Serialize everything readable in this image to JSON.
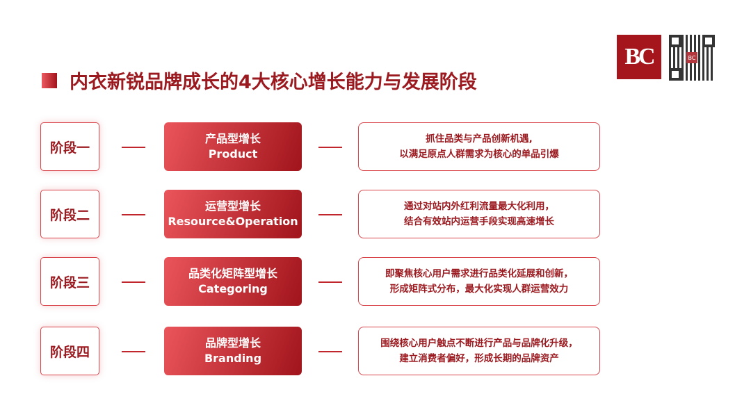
{
  "logo": {
    "text": "BC"
  },
  "title": "内衣新锐品牌成长的4大核心增长能力与发展阶段",
  "stages": [
    {
      "stage": "阶段一",
      "name_cn": "产品型增长",
      "name_en": "Product",
      "desc": [
        "抓住品类与产品创新机遇,",
        "以满足原点人群需求为核心的单品引爆"
      ]
    },
    {
      "stage": "阶段二",
      "name_cn": "运营型增长",
      "name_en": "Resource&Operation",
      "desc": [
        "通过对站内外红利流量最大化利用，",
        "结合有效站内运营手段实现高速增长"
      ]
    },
    {
      "stage": "阶段三",
      "name_cn": "品类化矩阵型增长",
      "name_en": "Categoring",
      "desc": [
        "即聚焦核心用户需求进行品类化延展和创新，",
        "形成矩阵式分布，最大化实现人群运营效力"
      ]
    },
    {
      "stage": "阶段四",
      "name_cn": "品牌型增长",
      "name_en": "Branding",
      "desc": [
        "围绕核心用户触点不断进行产品与品牌化升级，",
        "建立消费者偏好，形成长期的品牌资产"
      ]
    }
  ]
}
